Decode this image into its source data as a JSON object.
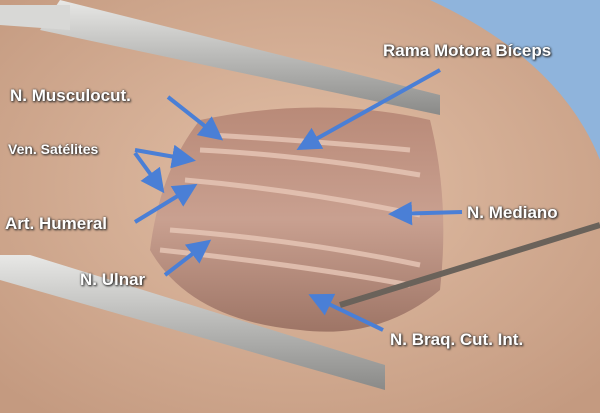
{
  "labels": {
    "rama_motora": "Rama Motora Bíceps",
    "musculocut": "N. Musculocut.",
    "ven_satelites": "Ven. Satélites",
    "art_humeral": "Art. Humeral",
    "mediano": "N. Mediano",
    "ulnar": "N. Ulnar",
    "braq_cut": "N. Braq. Cut. Int."
  },
  "colors": {
    "arrow": "#4a7fd6",
    "label": "#ffffff"
  }
}
